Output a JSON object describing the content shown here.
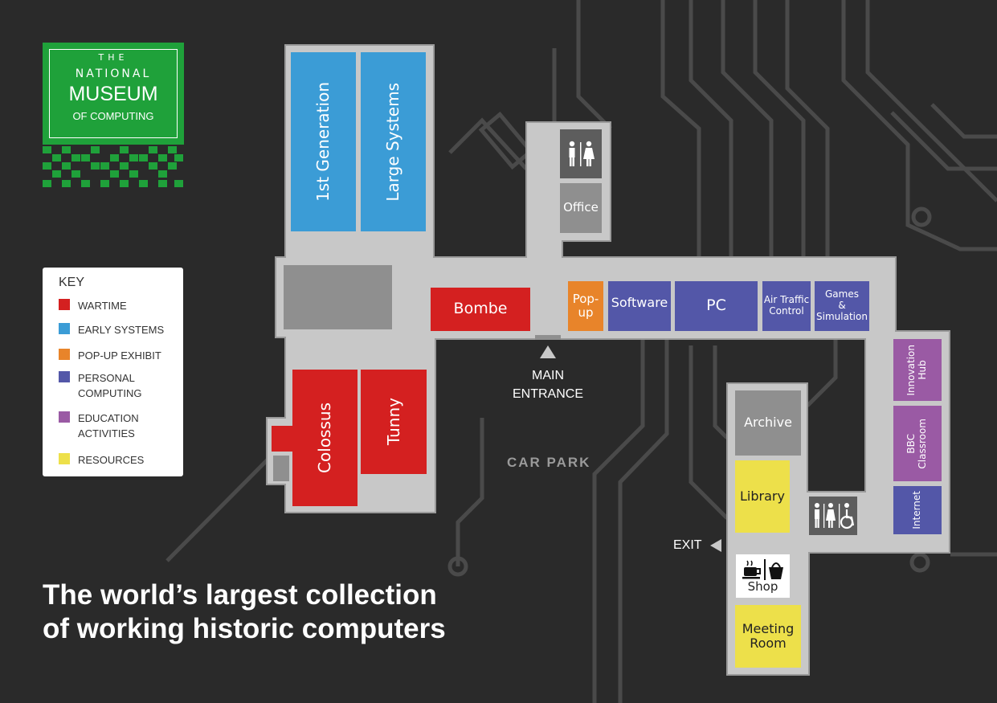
{
  "logo": {
    "line1": "THE",
    "line2": "NATIONAL",
    "line3": "MUSEUM",
    "line4": "OF COMPUTING"
  },
  "colors": {
    "wartime": "#d42020",
    "early_systems": "#3b9cd6",
    "popup_exhibit": "#e8842a",
    "personal_computing": "#5357a8",
    "education": "#9a5aa4",
    "resources": "#ede04a",
    "background": "#2a2a2a",
    "building": "#c8c8c8"
  },
  "key": {
    "title": "KEY",
    "items": [
      {
        "label": "WARTIME",
        "color": "#d42020"
      },
      {
        "label": "EARLY SYSTEMS",
        "color": "#3b9cd6"
      },
      {
        "label": "POP-UP EXHIBIT",
        "color": "#e8842a"
      },
      {
        "label": "PERSONAL\nCOMPUTING",
        "color": "#5357a8"
      },
      {
        "label": "EDUCATION\nACTIVITIES",
        "color": "#9a5aa4"
      },
      {
        "label": "RESOURCES",
        "color": "#ede04a"
      }
    ]
  },
  "rooms": {
    "first_generation": "1st Generation",
    "large_systems": "Large Systems",
    "office": "Office",
    "bombe": "Bombe",
    "popup": "Pop-\nup",
    "software": "Software",
    "pc": "PC",
    "air_traffic_control": "Air Traffic\nControl",
    "games_simulation": "Games\n&\nSimulation",
    "innovation_hub": "Innovation\nHub",
    "bbc_classroom": "BBC\nClassroom",
    "internet": "Internet",
    "colossus": "Colossus",
    "tunny": "Tunny",
    "archive": "Archive",
    "library": "Library",
    "shop": "Shop",
    "meeting_room": "Meeting\nRoom"
  },
  "labels": {
    "main_entrance": "MAIN\nENTRANCE",
    "car_park": "CAR PARK",
    "exit": "EXIT"
  },
  "icons": {
    "toilets_upper": "toilets-icon",
    "toilets_lower": "accessible-toilets-icon",
    "cafe": "coffee-cup-icon",
    "shop": "shopping-bag-icon",
    "entrance_arrow": "arrow-up-icon",
    "exit_arrow": "arrow-left-icon"
  },
  "tagline": "The world’s largest collection\nof working historic computers"
}
